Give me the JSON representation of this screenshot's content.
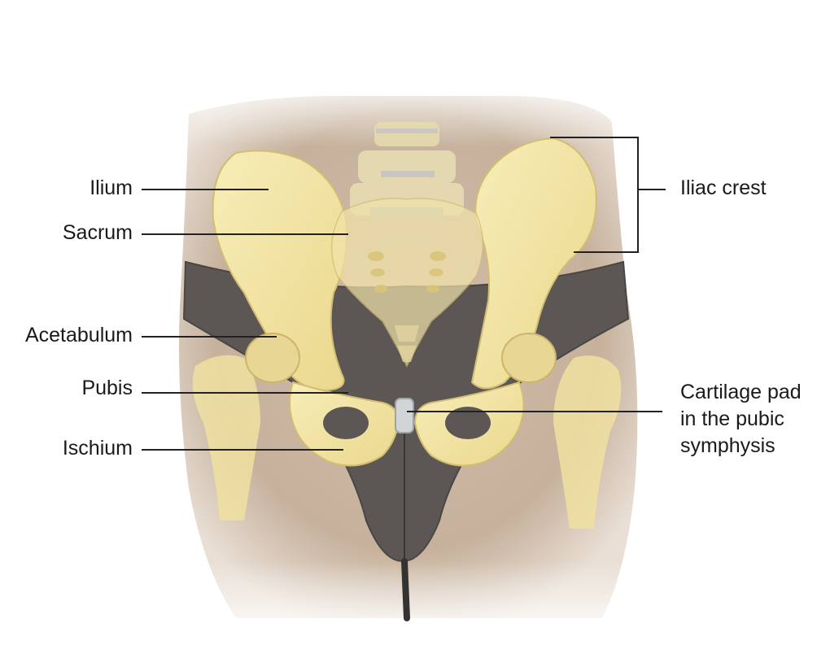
{
  "labels": {
    "ilium": "Ilium",
    "sacrum": "Sacrum",
    "acetabulum": "Acetabulum",
    "pubis": "Pubis",
    "ischium": "Ischium",
    "iliac_crest": "Iliac crest",
    "cartilage_pad": [
      "Cartilage pad",
      "in the pubic",
      "symphysis"
    ]
  },
  "colors": {
    "skin": "#cdbaa8",
    "bone": "#f3e6a4",
    "bone_shadow": "#d9c57a",
    "cartilage": "#c9cccf",
    "briefs": "#5c5755",
    "leader_line": "#222222"
  }
}
